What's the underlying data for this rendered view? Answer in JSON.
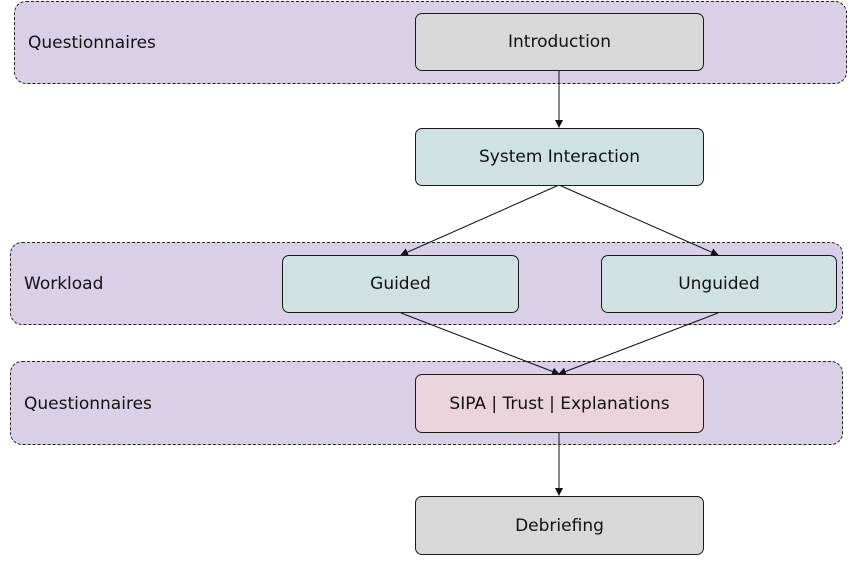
{
  "groups": {
    "top": {
      "label": "Questionnaires"
    },
    "workload": {
      "label": "Workload"
    },
    "bottom": {
      "label": "Questionnaires"
    }
  },
  "nodes": {
    "introduction": "Introduction",
    "system_interaction": "System Interaction",
    "guided": "Guided",
    "unguided": "Unguided",
    "sipa": "SIPA | Trust | Explanations",
    "debriefing": "Debriefing"
  },
  "colors": {
    "group_fill": "#d9d0e8",
    "grey_node": "#d8d8d8",
    "teal_node": "#d0e1e2",
    "pink_node": "#ebd3dc"
  }
}
